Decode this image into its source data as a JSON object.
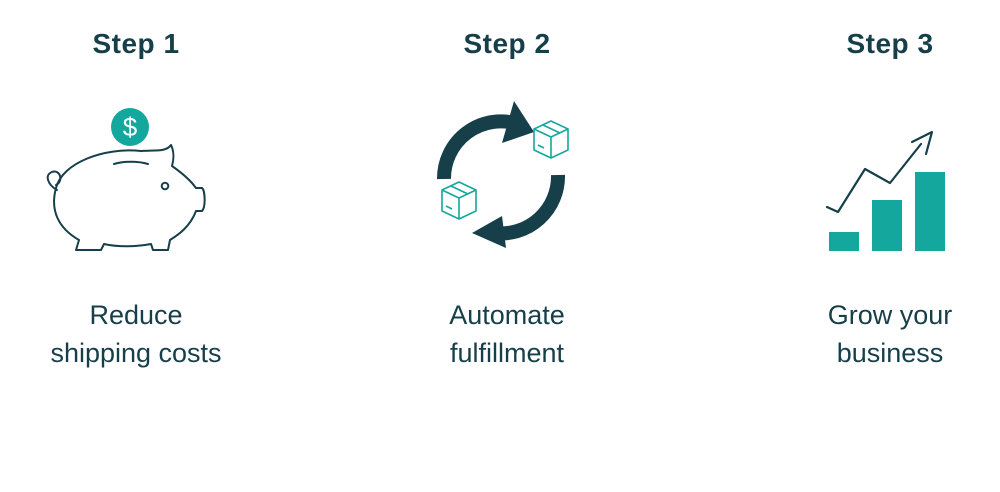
{
  "colors": {
    "dark": "#163f4a",
    "accent": "#14a79d"
  },
  "steps": [
    {
      "title": "Step 1",
      "icon": "piggy-bank-icon",
      "caption_lines": [
        "Reduce",
        "shipping costs"
      ]
    },
    {
      "title": "Step 2",
      "icon": "sync-cycle-icon",
      "caption_lines": [
        "Automate",
        "fulfillment"
      ]
    },
    {
      "title": "Step 3",
      "icon": "growth-chart-icon",
      "caption_lines": [
        "Grow your",
        "business"
      ]
    }
  ]
}
